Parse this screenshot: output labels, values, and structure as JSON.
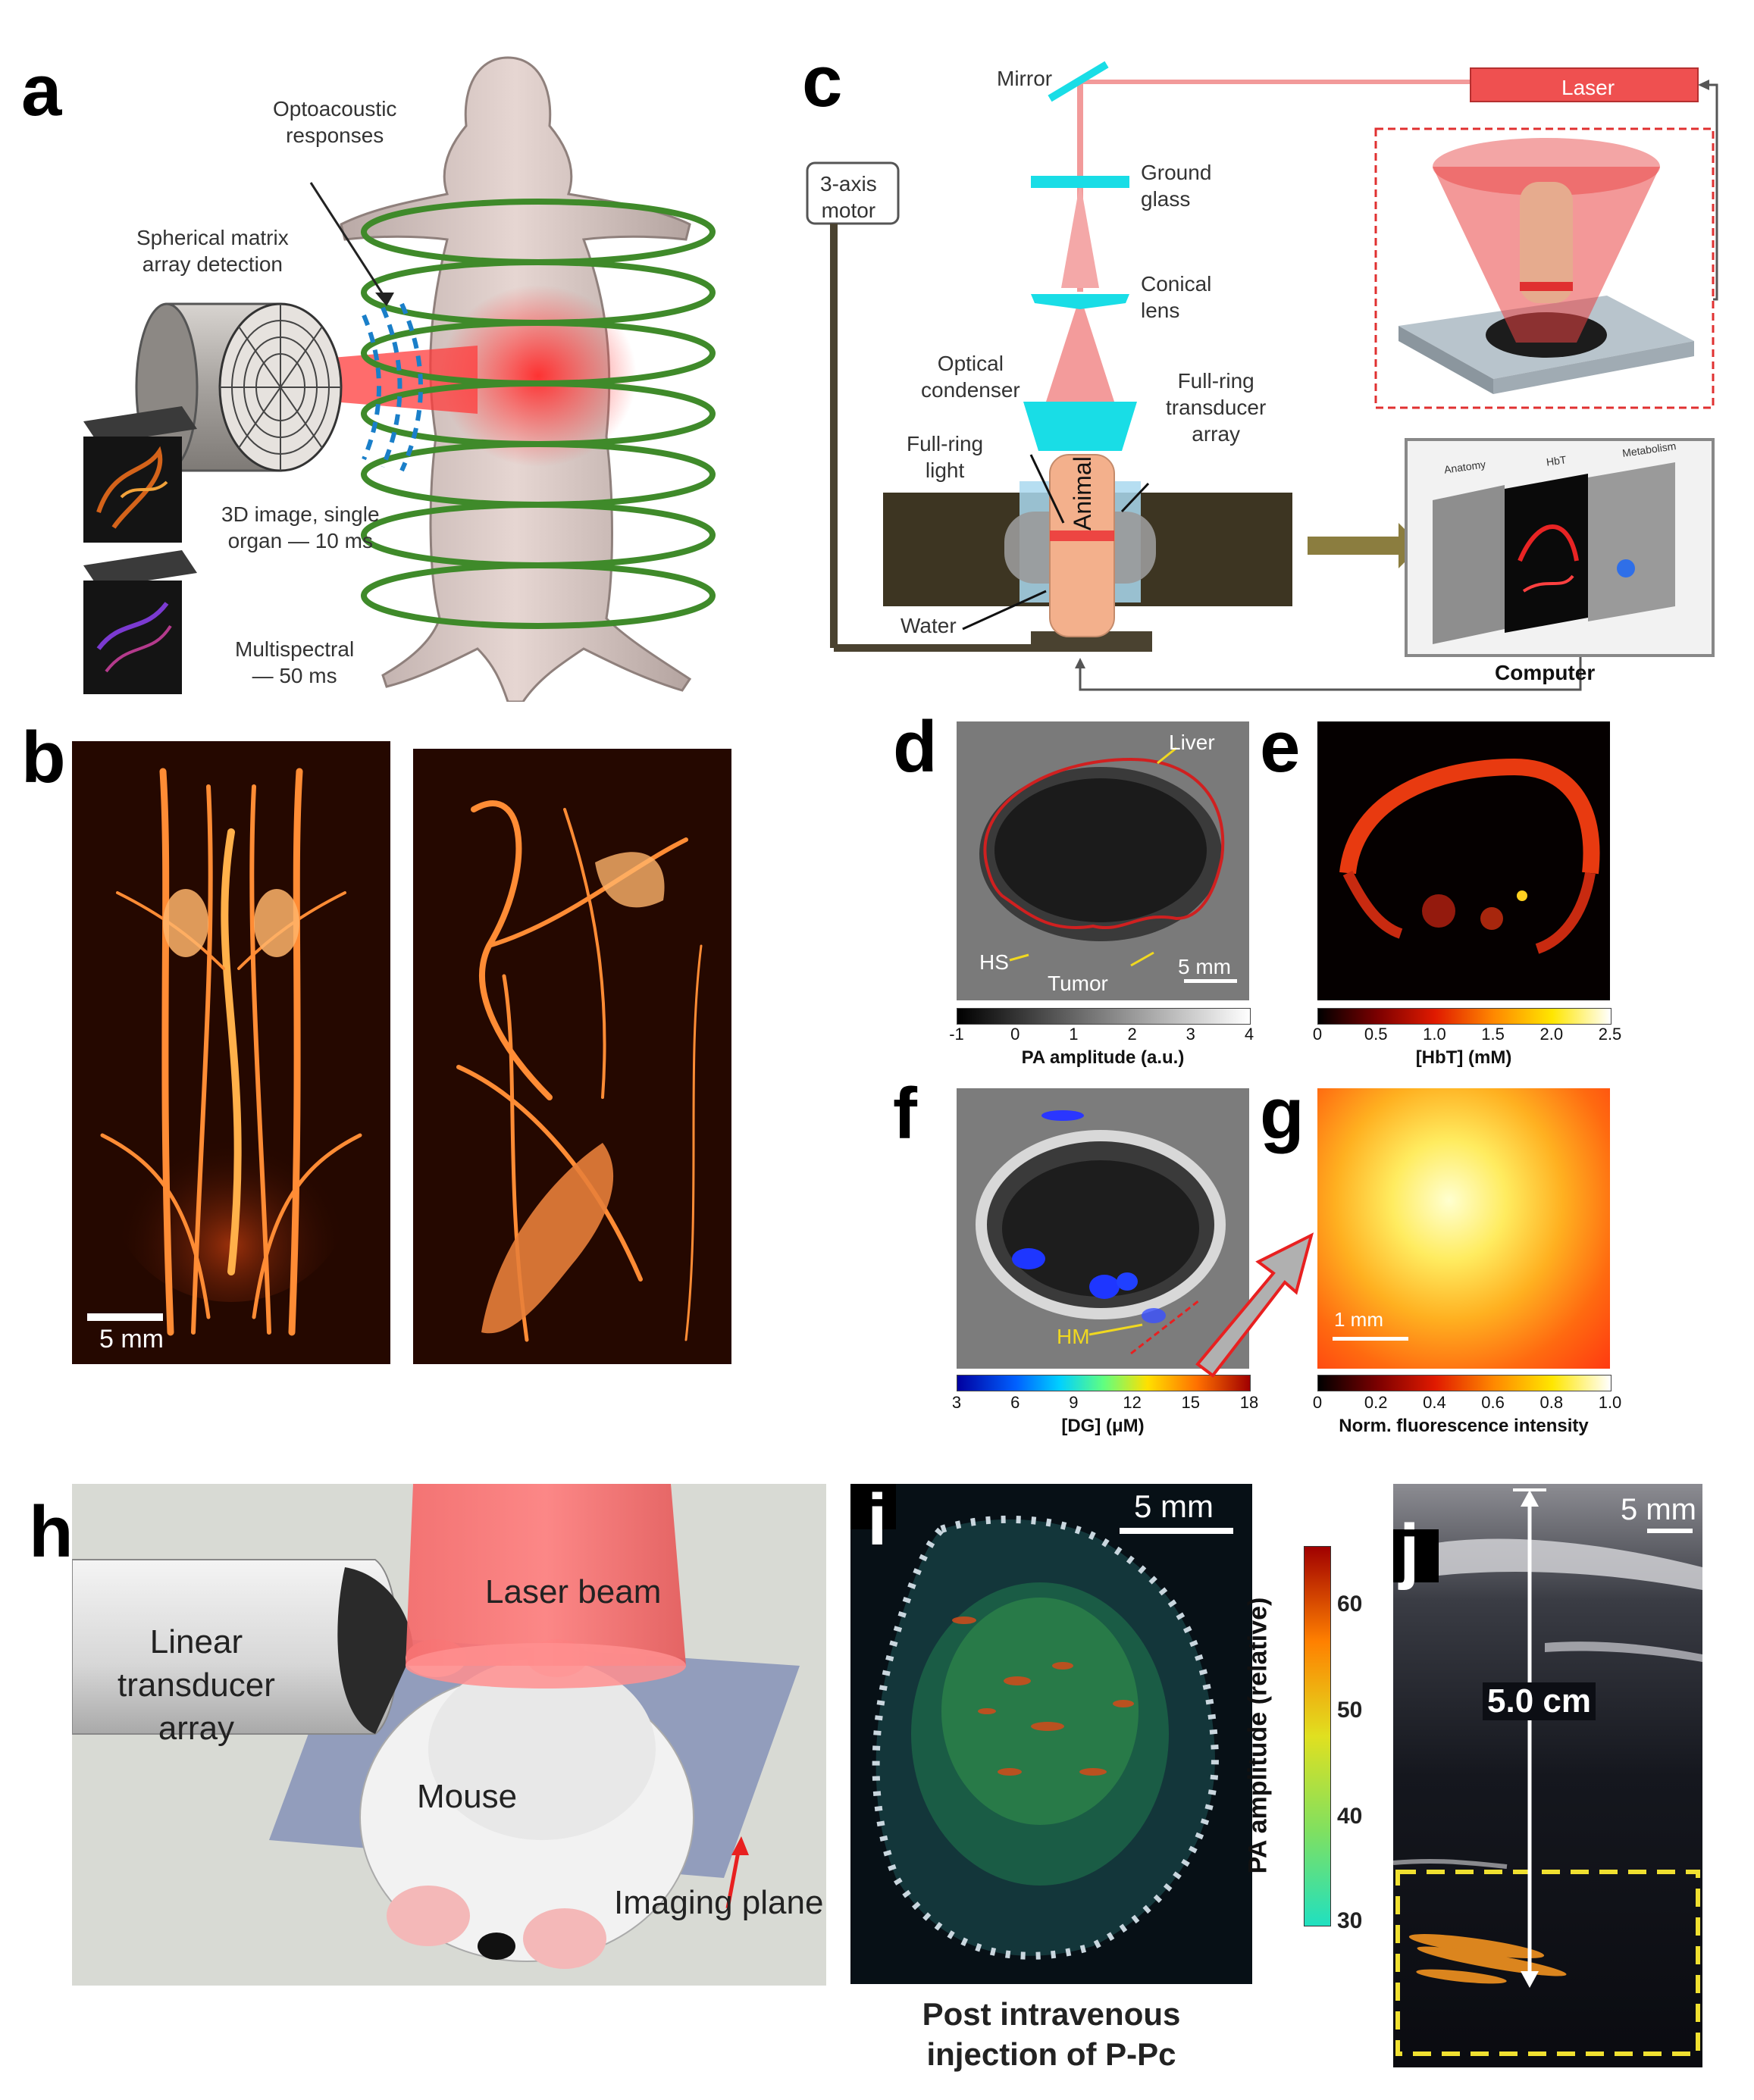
{
  "panels": {
    "a": {
      "label": "a",
      "optoacoustic": "Optoacoustic\nresponses",
      "spherical": "Spherical matrix\narray detection",
      "image3d": "3D image, single\norgan — 10 ms",
      "multispectral": "Multispectral\n— 50 ms"
    },
    "b": {
      "label": "b",
      "scalebar": "5 mm"
    },
    "c": {
      "label": "c",
      "mirror": "Mirror",
      "laser": "Laser",
      "motor": "3-axis\nmotor",
      "ground_glass": "Ground\nglass",
      "conical_lens": "Conical\nlens",
      "condenser": "Optical\ncondenser",
      "full_ring_transducer": "Full-ring\ntransducer\narray",
      "full_ring_light": "Full-ring\nlight",
      "animal": "Animal",
      "water": "Water",
      "computer": "Computer",
      "screen_anatomy": "Anatomy",
      "screen_hbt": "HbT",
      "screen_metabolism": "Metabolism"
    },
    "d": {
      "label": "d",
      "liver": "Liver",
      "hs": "HS",
      "tumor": "Tumor",
      "scalebar": "5 mm",
      "cbar_ticks": [
        "-1",
        "0",
        "1",
        "2",
        "3",
        "4"
      ],
      "cbar_title": "PA amplitude (a.u.)"
    },
    "e": {
      "label": "e",
      "cbar_ticks": [
        "0",
        "0.5",
        "1.0",
        "1.5",
        "2.0",
        "2.5"
      ],
      "cbar_title": "[HbT]  (mM)"
    },
    "f": {
      "label": "f",
      "hm": "HM",
      "cbar_ticks": [
        "3",
        "6",
        "9",
        "12",
        "15",
        "18"
      ],
      "cbar_title": "[DG]  (μM)"
    },
    "g": {
      "label": "g",
      "scalebar": "1 mm",
      "cbar_ticks": [
        "0",
        "0.2",
        "0.4",
        "0.6",
        "0.8",
        "1.0"
      ],
      "cbar_title": "Norm. fluorescence intensity"
    },
    "h": {
      "label": "h",
      "linear": "Linear\ntransducer\narray",
      "laser_beam": "Laser beam",
      "mouse": "Mouse",
      "imaging_plane": "Imaging plane"
    },
    "i": {
      "label": "i",
      "scalebar": "5 mm",
      "caption": "Post intravenous\ninjection of P-Pc",
      "cbar_ticks": [
        "60",
        "50",
        "40",
        "30"
      ],
      "cbar_title": "PA amplitude (relative)"
    },
    "j": {
      "label": "j",
      "scalebar": "5 mm",
      "depth": "5.0 cm"
    }
  },
  "colors": {
    "laser_red": "#e84a4a",
    "optic_cyan": "#16e0e8",
    "base_brown": "#3d3522",
    "ring_green": "#3f8a2a"
  }
}
